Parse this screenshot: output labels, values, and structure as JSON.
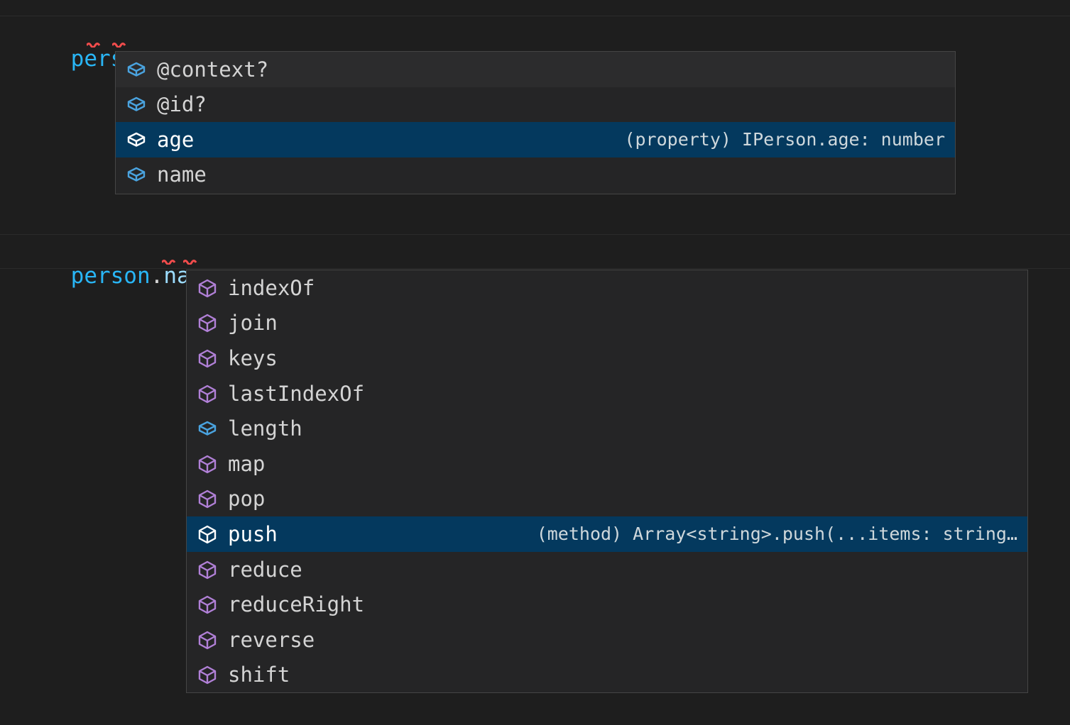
{
  "theme": {
    "editor_background": "#1e1e1e",
    "widget_background": "#252526",
    "widget_border": "#454545",
    "selection_background": "#04395e",
    "hover_background": "#2c2c2d",
    "error_squiggle": "#f14c4c",
    "variable_color": "#29b6f6",
    "property_color": "#9cdcfe",
    "text_color": "#d4d4d4",
    "icon_property_color": "#4aa3df",
    "icon_method_color": "#b180d7",
    "icon_selected_color": "#ffffff"
  },
  "editor": {
    "lines": [
      {
        "segments": [
          {
            "text": "person",
            "kind": "variable"
          },
          {
            "text": ".",
            "kind": "punct"
          },
          {
            "text": ";",
            "kind": "semi"
          }
        ],
        "plain": "person.;",
        "has_error": true
      },
      {
        "segments": [
          {
            "text": "person",
            "kind": "variable"
          },
          {
            "text": ".",
            "kind": "punct"
          },
          {
            "text": "name",
            "kind": "property"
          },
          {
            "text": ".",
            "kind": "punct"
          },
          {
            "text": ";",
            "kind": "semi"
          }
        ],
        "plain": "person.name.;",
        "has_error": true
      }
    ]
  },
  "suggest_widgets": [
    {
      "name": "person-member-suggestions",
      "items": [
        {
          "label": "@context?",
          "icon": "property-cube-icon",
          "icon_kind": "property",
          "detail": "",
          "state": "hovered"
        },
        {
          "label": "@id?",
          "icon": "property-cube-icon",
          "icon_kind": "property",
          "detail": "",
          "state": "normal"
        },
        {
          "label": "age",
          "icon": "property-cube-icon",
          "icon_kind": "property",
          "detail": "(property) IPerson.age: number",
          "state": "focused"
        },
        {
          "label": "name",
          "icon": "property-cube-icon",
          "icon_kind": "property",
          "detail": "",
          "state": "normal"
        }
      ]
    },
    {
      "name": "person-name-member-suggestions",
      "items": [
        {
          "label": "indexOf",
          "icon": "method-cube-icon",
          "icon_kind": "method",
          "detail": "",
          "state": "normal"
        },
        {
          "label": "join",
          "icon": "method-cube-icon",
          "icon_kind": "method",
          "detail": "",
          "state": "normal"
        },
        {
          "label": "keys",
          "icon": "method-cube-icon",
          "icon_kind": "method",
          "detail": "",
          "state": "normal"
        },
        {
          "label": "lastIndexOf",
          "icon": "method-cube-icon",
          "icon_kind": "method",
          "detail": "",
          "state": "normal"
        },
        {
          "label": "length",
          "icon": "property-cube-icon",
          "icon_kind": "property",
          "detail": "",
          "state": "normal"
        },
        {
          "label": "map",
          "icon": "method-cube-icon",
          "icon_kind": "method",
          "detail": "",
          "state": "normal"
        },
        {
          "label": "pop",
          "icon": "method-cube-icon",
          "icon_kind": "method",
          "detail": "",
          "state": "normal"
        },
        {
          "label": "push",
          "icon": "method-cube-icon",
          "icon_kind": "method",
          "detail": "(method) Array<string>.push(...items: string…",
          "state": "focused"
        },
        {
          "label": "reduce",
          "icon": "method-cube-icon",
          "icon_kind": "method",
          "detail": "",
          "state": "normal"
        },
        {
          "label": "reduceRight",
          "icon": "method-cube-icon",
          "icon_kind": "method",
          "detail": "",
          "state": "normal"
        },
        {
          "label": "reverse",
          "icon": "method-cube-icon",
          "icon_kind": "method",
          "detail": "",
          "state": "normal"
        },
        {
          "label": "shift",
          "icon": "method-cube-icon",
          "icon_kind": "method",
          "detail": "",
          "state": "normal"
        }
      ]
    }
  ]
}
